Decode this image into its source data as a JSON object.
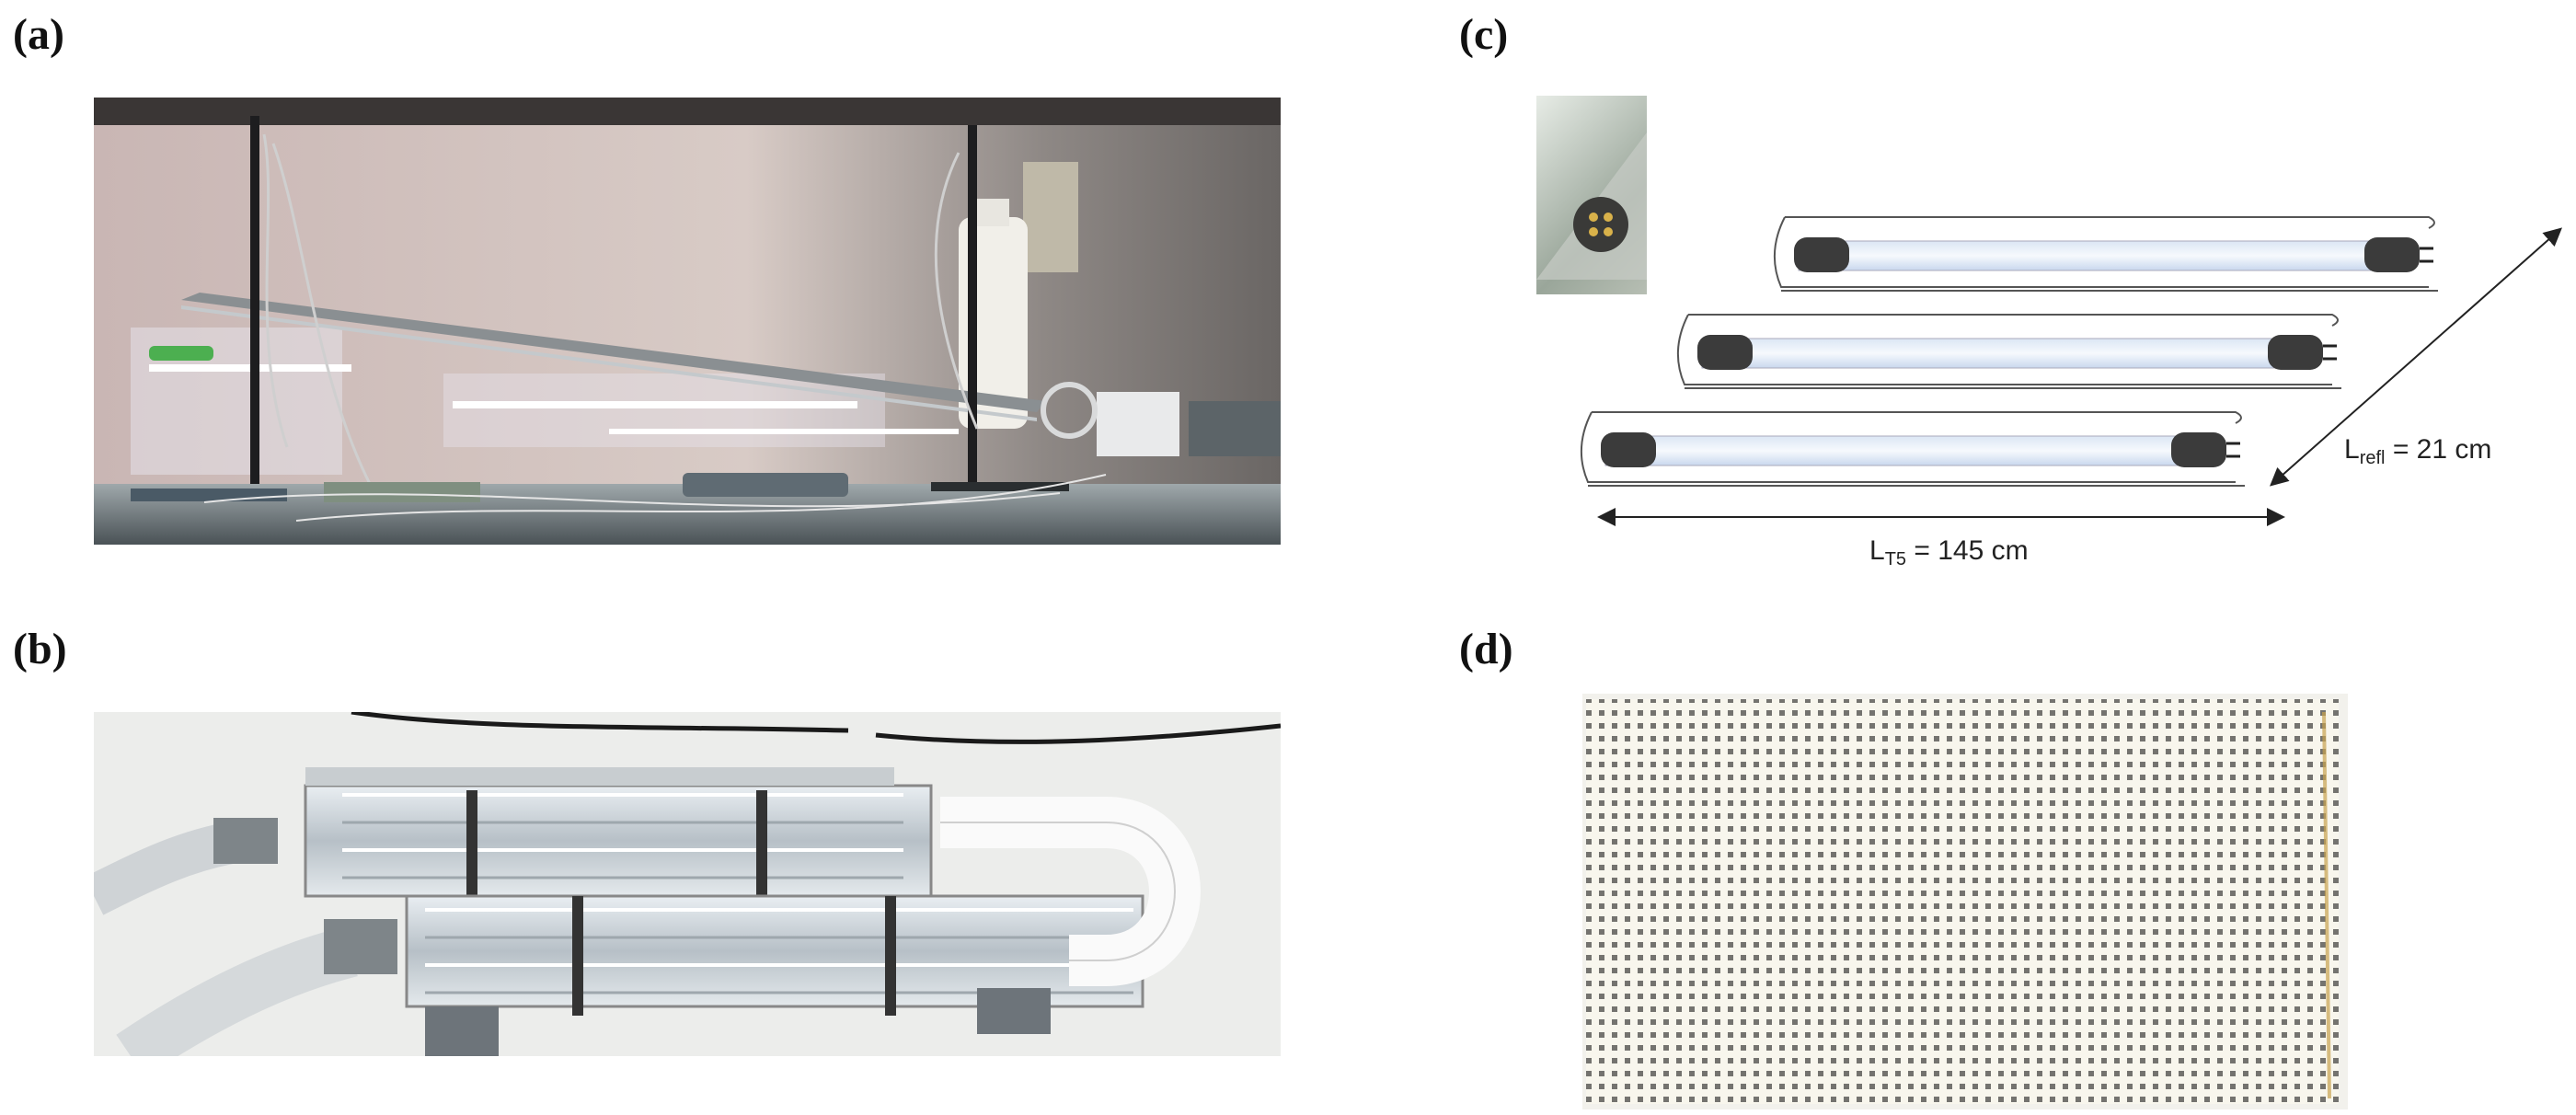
{
  "panels": {
    "a": {
      "label": "(a)"
    },
    "b": {
      "label": "(b)"
    },
    "c": {
      "label": "(c)",
      "length_label_main": "L",
      "length_label_sub": "T5",
      "length_label_rest": " = 145 cm",
      "reflector_label_main": "L",
      "reflector_label_sub": "refl",
      "reflector_label_rest": " = 21 cm"
    },
    "d": {
      "label": "(d)"
    }
  }
}
